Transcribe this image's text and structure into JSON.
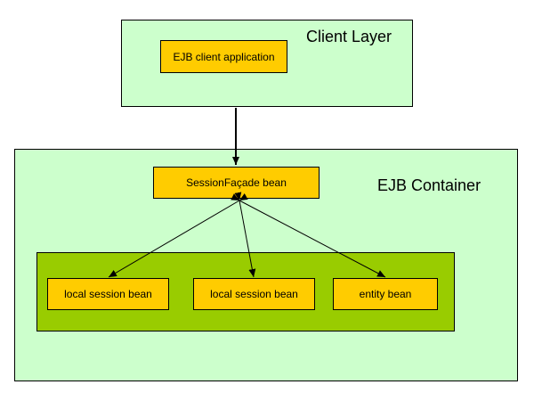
{
  "client_layer": {
    "title": "Client Layer",
    "application_label": "EJB client application"
  },
  "ejb_container": {
    "title": "EJB Container",
    "facade_label": "SessionFaçade bean",
    "beans": [
      {
        "label": "local session bean"
      },
      {
        "label": "local session bean"
      },
      {
        "label": "entity bean"
      }
    ]
  },
  "colors": {
    "layer_fill": "#ccffcc",
    "component_fill": "#ffcc00",
    "inner_group_fill": "#99cc00",
    "border": "#000000"
  }
}
